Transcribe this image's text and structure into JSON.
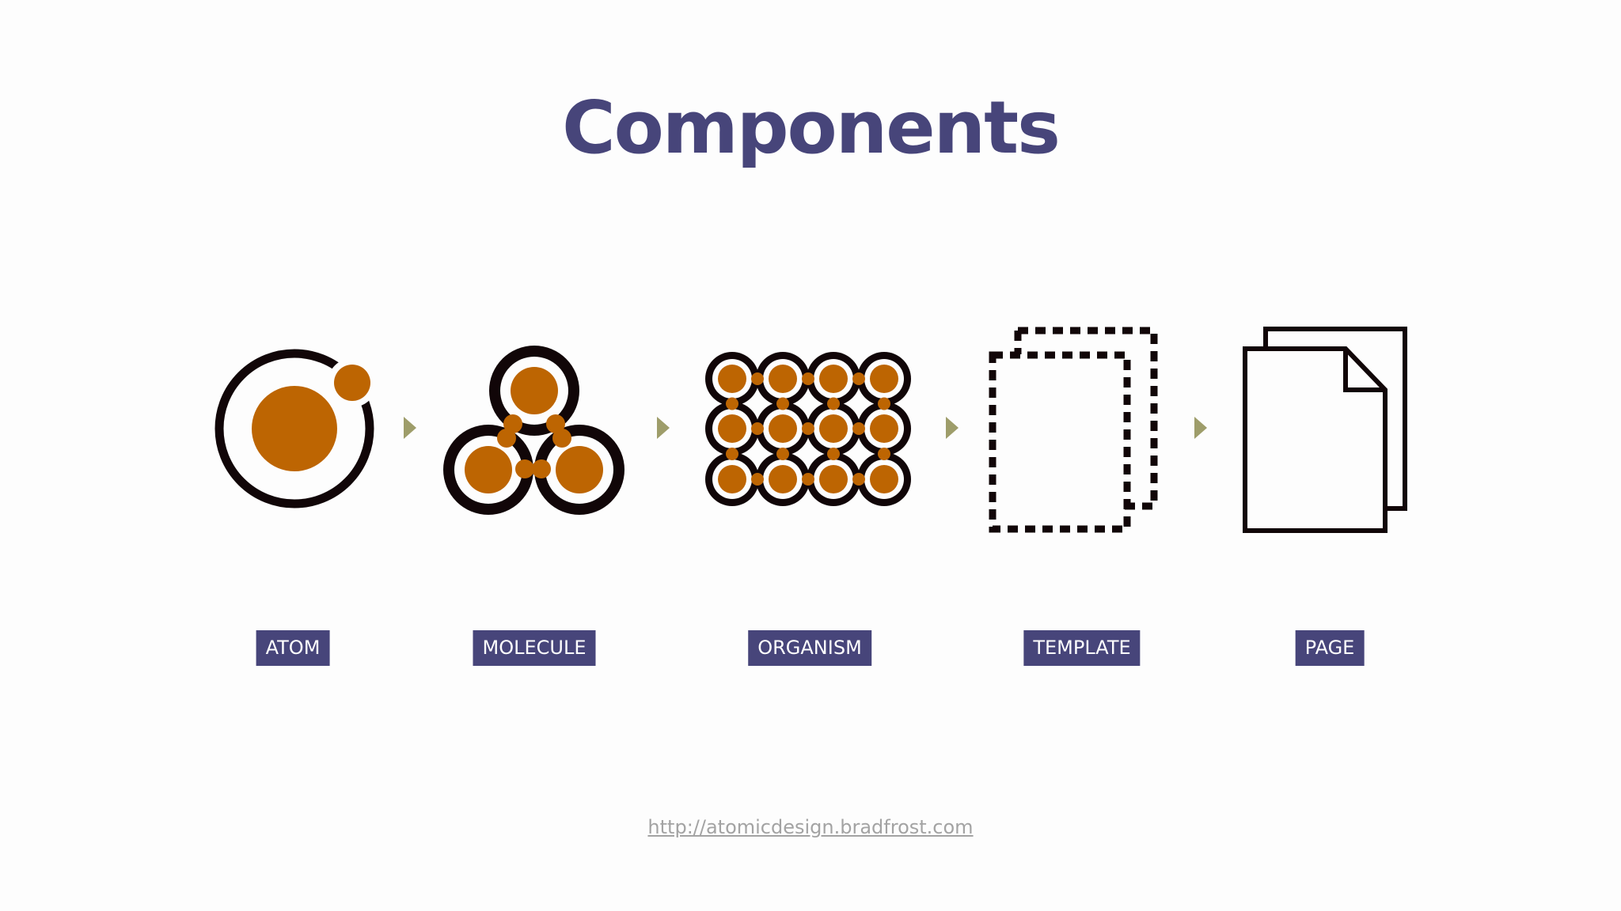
{
  "title": "Components",
  "colors": {
    "title": "#47457a",
    "label_bg": "#47457a",
    "label_text": "#ffffff",
    "icon_fill": "#bd6502",
    "icon_stroke": "#110608",
    "arrow": "#9e9d6a",
    "link": "#a3a3a3"
  },
  "stages": [
    {
      "label": "ATOM",
      "icon": "atom-icon"
    },
    {
      "label": "MOLECULE",
      "icon": "molecule-icon"
    },
    {
      "label": "ORGANISM",
      "icon": "organism-icon"
    },
    {
      "label": "TEMPLATE",
      "icon": "template-icon"
    },
    {
      "label": "PAGE",
      "icon": "page-icon"
    }
  ],
  "footer": {
    "link": "http://atomicdesign.bradfrost.com"
  }
}
